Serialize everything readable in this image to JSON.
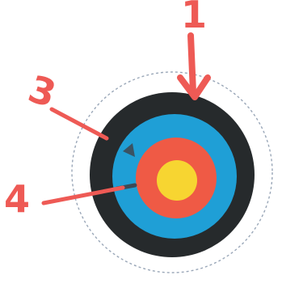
{
  "colors": {
    "background": "#ffffff",
    "outer_ring_dashed": "#9aa7b8",
    "black_ring": "#262a2c",
    "blue_ring": "#1f9fd6",
    "red_ring": "#ef5a45",
    "yellow_center": "#f7d531",
    "annotation": "#ee5a55"
  },
  "labels": {
    "label_1": "1",
    "label_3": "3",
    "label_4": "4"
  },
  "icons": {
    "target": "archery-target-icon",
    "arrow_down": "arrow-down-icon"
  }
}
